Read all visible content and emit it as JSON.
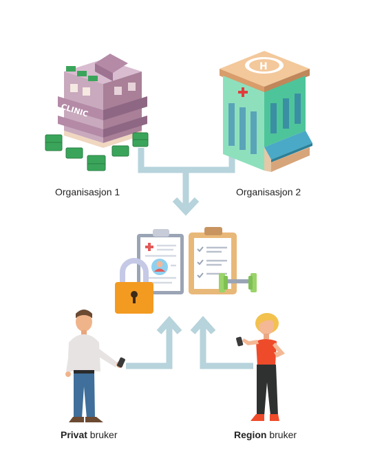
{
  "labels": {
    "org1": "Organisasjon 1",
    "org2": "Organisasjon 2",
    "private_bold": "Privat",
    "private_rest": " bruker",
    "region_bold": "Region",
    "region_rest": " bruker"
  },
  "colors": {
    "connector": "#b7d3dc",
    "clinic_wall": "#c9a9bd",
    "clinic_roof": "#a27a95",
    "hospital_wall": "#7fd8b0",
    "hospital_roof": "#e9b98c",
    "money": "#3aa55a",
    "lock": "#f39a21",
    "lock_shackle": "#c5c9e6",
    "clipboard": "#e8b879",
    "dumbbell": "#9ad36a",
    "shirt_man": "#e8e3e3",
    "jeans": "#3f6f9a",
    "shirt_woman": "#ee4b2b"
  },
  "icons": [
    "clinic-building-icon",
    "hospital-building-icon",
    "money-stack-icon",
    "medical-record-icon",
    "checklist-clipboard-icon",
    "padlock-icon",
    "dumbbell-icon",
    "man-with-phone-icon",
    "woman-with-phone-icon"
  ]
}
